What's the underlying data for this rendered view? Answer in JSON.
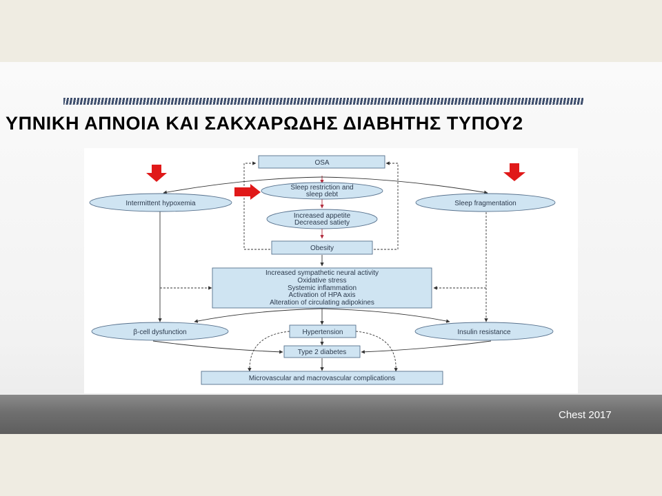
{
  "slide": {
    "title": "ΥΠΝΙΚΗ ΑΠΝΟΙΑ ΚΑΙ ΣΑΚΧΑΡΩΔΗΣ ΔΙΑΒΗΤΗΣ ΤΥΠΟΥ2",
    "citation": "Chest 2017"
  },
  "colors": {
    "node_fill": "#cfe4f2",
    "node_stroke": "#56708c",
    "edge": "#333333",
    "highlight_arrow": "#e01919"
  },
  "diagram": {
    "nodes": {
      "osa": "OSA",
      "sleep_restriction": [
        "Sleep restriction and",
        "sleep debt"
      ],
      "intermittent_hypoxemia": "Intermittent hypoxemia",
      "sleep_fragmentation": "Sleep fragmentation",
      "appetite": [
        "Increased appetite",
        "Decreased satiety"
      ],
      "obesity": "Obesity",
      "mechanisms": [
        "Increased sympathetic neural activity",
        "Oxidative stress",
        "Systemic inflammation",
        "Activation of HPA axis",
        "Alteration of circulating adipokines"
      ],
      "beta_cell": "β-cell dysfunction",
      "hypertension": "Hypertension",
      "insulin_resistance": "Insulin resistance",
      "type2_diabetes": "Type 2 diabetes",
      "complications": "Microvascular and macrovascular complications"
    }
  }
}
